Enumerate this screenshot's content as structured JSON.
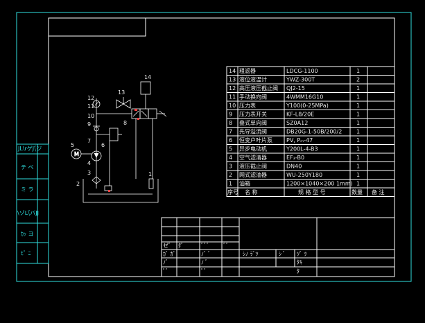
{
  "bom": {
    "rows": [
      {
        "no": "14",
        "name": "粗滤器",
        "model": "LDCG-1100",
        "qty": "1"
      },
      {
        "no": "13",
        "name": "液位液温计",
        "model": "YWZ-300T",
        "qty": "2"
      },
      {
        "no": "12",
        "name": "高压液压截止阀",
        "model": "QJ2-15",
        "qty": "1"
      },
      {
        "no": "11",
        "name": "手动换向阀",
        "model": "4WMM16G10",
        "qty": "1"
      },
      {
        "no": "10",
        "name": "压力表",
        "model": "Y100(0-25MPa)",
        "qty": "1"
      },
      {
        "no": "9",
        "name": "压力表开关",
        "model": "KF-L8/20E",
        "qty": "1"
      },
      {
        "no": "8",
        "name": "叠式单向阀",
        "model": "SZ0A12",
        "qty": "1"
      },
      {
        "no": "7",
        "name": "先导溢流阀",
        "model": "DB20G-1-50B/200/2",
        "qty": "1"
      },
      {
        "no": "6",
        "name": "恒变户叶片泵",
        "model": "PV, Pₘ-47",
        "qty": "1"
      },
      {
        "no": "5",
        "name": "异步电动机",
        "model": "Y200L-4-B3",
        "qty": "1"
      },
      {
        "no": "4",
        "name": "空气滤清器",
        "model": "EF₃-B0",
        "qty": "1"
      },
      {
        "no": "3",
        "name": "液压截止阀",
        "model": "DN40",
        "qty": "1"
      },
      {
        "no": "2",
        "name": "网式滤油器",
        "model": "WU-250Y180",
        "qty": "1"
      },
      {
        "no": "1",
        "name": "油箱",
        "model": "1200×1040×200 1mm)",
        "qty": "1"
      }
    ],
    "header": {
      "no": "序号",
      "name": "名  称",
      "model": "规  格  型  号",
      "qty": "数量",
      "remark": "备  注"
    }
  },
  "side_labels": [
    "JL\\rゲJ\\゙ジ",
    "テ ベ",
    "ミ ラ",
    "\\ゾL\\゙バJJ",
    "ｶｯ ヨ",
    "ﾋﾟ ﾆ"
  ],
  "title_block": {
    "row1": [
      "ゼﾞ",
      "ﾀﾞ",
      "ﾞﾞﾞ",
      "ﾞﾞ"
    ],
    "r1a": "ｶﾞ ｶﾞ",
    "r1b": "ﾉﾞ ﾞ",
    "r1c": "ﾞ ﾞ",
    "stage": "ｼﾉ ﾗﾞﾂ",
    "weight": "ｼ ﾞ",
    "scale": "ﾂﾞ ﾂ",
    "r3a": "ﾉﾞ",
    "r3b": "ﾉ ﾞ",
    "page": "ﾀｷ",
    "r4a": "ﾟﾞ",
    "r4b": "ﾟﾞ",
    "r4c": "ﾀ"
  },
  "schematic_labels": [
    "14",
    "13",
    "12",
    "11",
    "10",
    "9",
    "8",
    "7",
    "6",
    "5",
    "4",
    "3",
    "2",
    "1"
  ],
  "colors": {
    "bg": "#000000",
    "line": "#ffffff",
    "cyan": "#30e0e0",
    "red": "#ff4040",
    "frame": "#30e0e0"
  }
}
